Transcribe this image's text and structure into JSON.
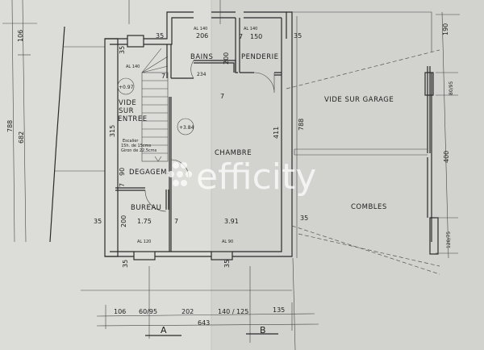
{
  "rooms": {
    "bains": "BAINS",
    "penderie": "PENDERIE",
    "vide_entree": [
      "VIDE",
      "SUR",
      "ENTREE"
    ],
    "chambre": "CHAMBRE",
    "degagement": "DEGAGEM.",
    "bureau": "BUREAU",
    "vide_garage": "VIDE SUR GARAGE",
    "combles": "COMBLES"
  },
  "levels": {
    "entree": "+0.97",
    "chambre": "+3.84"
  },
  "stair_note": [
    "Escalier",
    "15h. de 15cms",
    "Giron de 22,5cms"
  ],
  "window_labels": {
    "bains": "AL 140",
    "penderie": "AL 140",
    "stair": "AL 140",
    "bureau": "AL 120",
    "chambre": "AL 90"
  },
  "dimensions": {
    "top_35_left": "35",
    "bains_width": "206",
    "bains_height": "200",
    "penderie_7": "7",
    "penderie_width": "150",
    "top_35_right": "35",
    "stair_35": "35",
    "stair_7": "7",
    "door_234": "234",
    "bains_7": "7",
    "vide_315": "315",
    "chambre_411": "411",
    "deg_90": "90",
    "deg_7": "7",
    "bureau_200": "200",
    "bottom_left_35": "35",
    "bureau_width": "1.75",
    "partition_7": "7",
    "chambre_width": "3.91",
    "right_35": "35",
    "bottom_35_a": "35",
    "bottom_35_b": "35",
    "garage_788": "788",
    "left_106": "106",
    "left_788": "788",
    "left_682": "682",
    "right_190": "190",
    "right_80_95": "80/95",
    "right_400": "400",
    "right_120_75": "120/75",
    "bot_106": "106",
    "bot_60_95": "60/95",
    "bot_202": "202",
    "bot_140_125": "140 / 125",
    "bot_135": "135",
    "bot_643": "643"
  },
  "sections": {
    "a": "A",
    "b": "B"
  },
  "watermark": "efficity"
}
